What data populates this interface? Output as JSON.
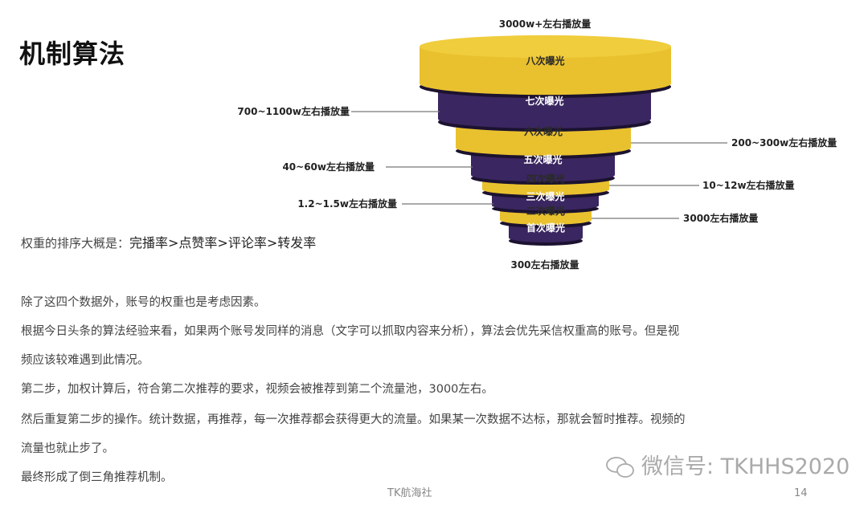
{
  "title": "机制算法",
  "ranking": {
    "prefix": "权重的排序大概是：",
    "order": "完播率>点赞率>评论率>转发率"
  },
  "paragraphs": [
    "除了这四个数据外，账号的权重也是考虑因素。",
    "根据今日头条的算法经验来看，如果两个账号发同样的消息（文字可以抓取内容来分析），算法会优先采信权重高的账号。但是视",
    "频应该较难遇到此情况。",
    "第二步，加权计算后，符合第二次推荐的要求，视频会被推荐到第二个流量池，3000左右。",
    "然后重复第二步的操作。统计数据，再推荐，每一次推荐都会获得更大的流量。如果某一次数据不达标，那就会暂时推荐。视频的",
    "流量也就止步了。",
    "最终形成了倒三角推荐机制。"
  ],
  "funnel": {
    "top_label": "3000w+左右播放量",
    "bottom_label": "300左右播放量",
    "tiers": [
      "八次曝光",
      "七次曝光",
      "六次曝光",
      "五次曝光",
      "四次曝光",
      "三次曝光",
      "二次曝光",
      "首次曝光"
    ],
    "annotations": [
      "700~1100w左右播放量",
      "200~300w左右播放量",
      "40~60w左右播放量",
      "10~12w左右播放量",
      "1.2~1.5w左右播放量",
      "3000左右播放量"
    ],
    "colors": {
      "yellow": "#e9c12e",
      "purple": "#3a2660",
      "dark": "#1c1230"
    }
  },
  "footer": {
    "brand": "TK航海社",
    "page": "14"
  },
  "watermark": "微信号: TKHHS2020"
}
